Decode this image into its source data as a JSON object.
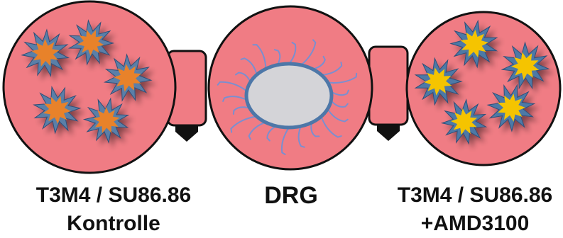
{
  "colors": {
    "well_fill": "#f07c84",
    "well_stroke": "#111111",
    "connector_fill": "#f07c84",
    "spike_control": "#5a7fa8",
    "core_control": "#e8822a",
    "spike_amd": "#4e79a6",
    "core_amd": "#f5c400",
    "neurite": "#7a8fd0",
    "drg_body": "#d4d4d8",
    "drg_outline": "#4d77a8"
  },
  "wells": [
    {
      "id": "control",
      "lines": [
        "T3M4 / SU86.86",
        "Kontrolle"
      ]
    },
    {
      "id": "drg",
      "lines": [
        "DRG"
      ]
    },
    {
      "id": "amd3100",
      "lines": [
        "T3M4 / SU86.86",
        "+AMD3100"
      ]
    }
  ]
}
